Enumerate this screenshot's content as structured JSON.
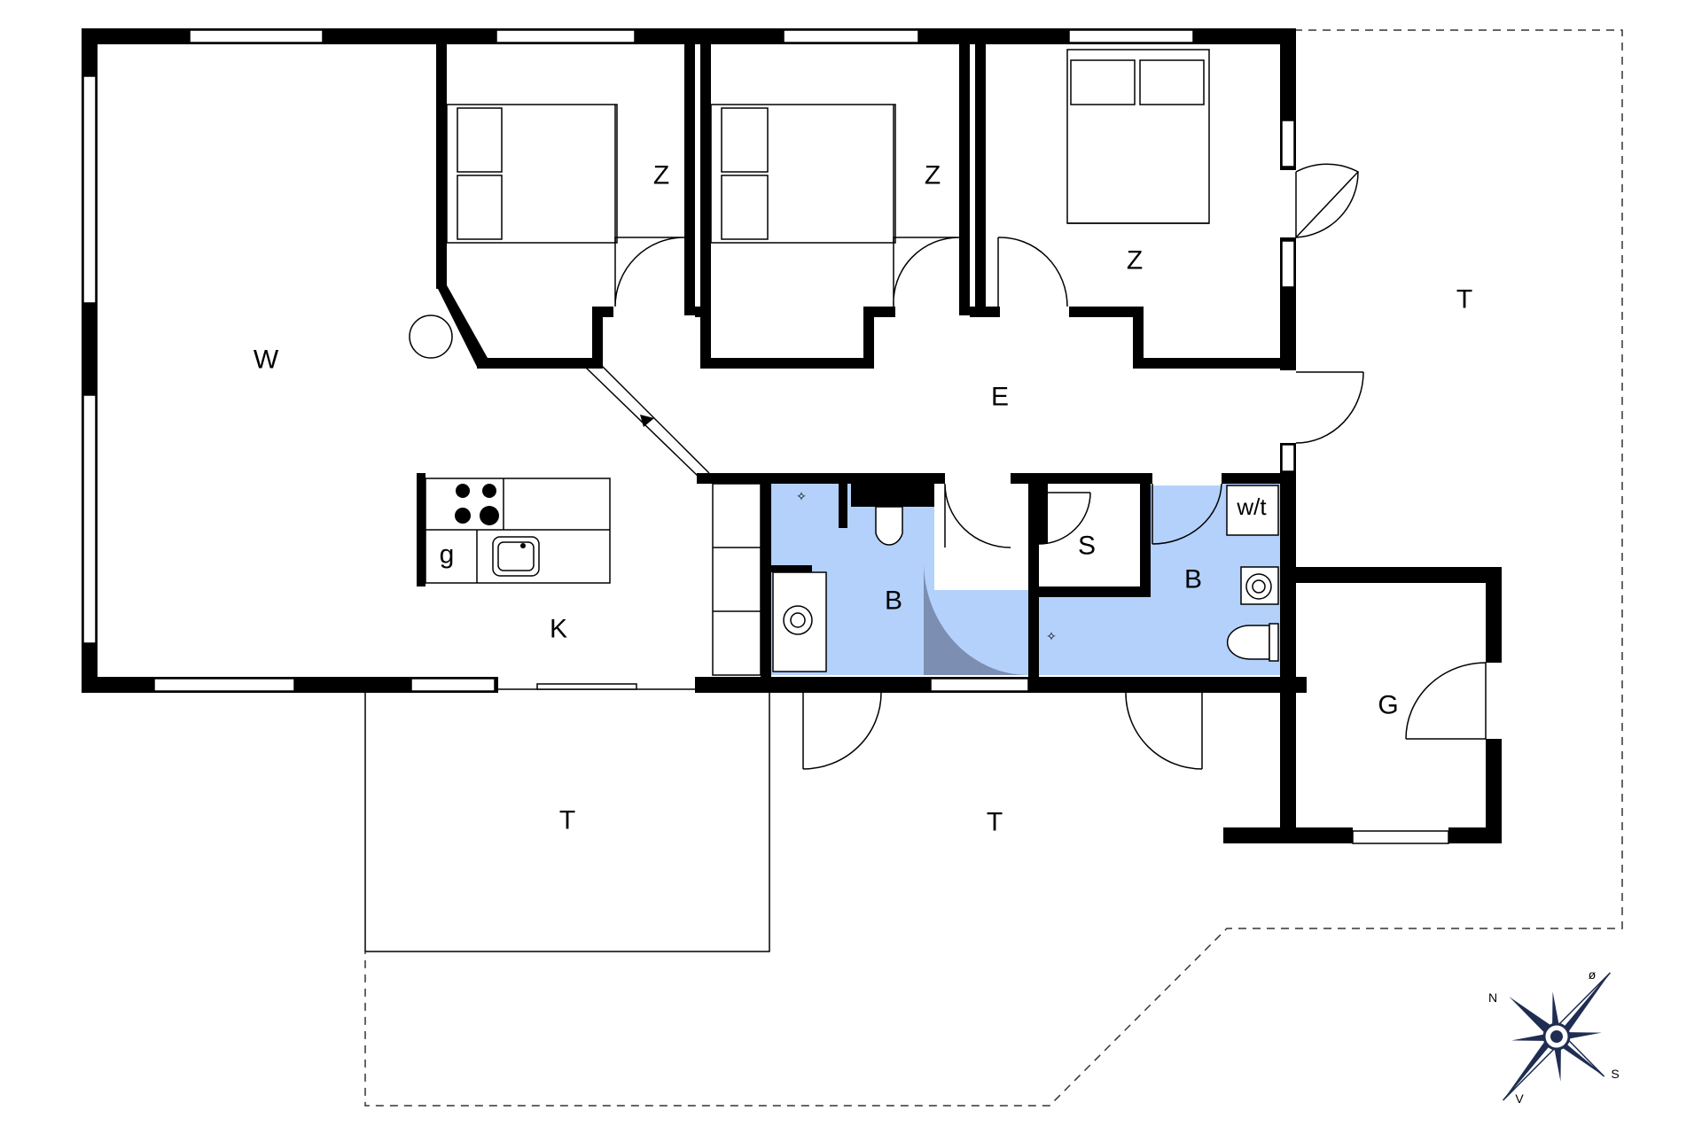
{
  "colors": {
    "bathroom_fill": "#b3d1fb",
    "shower_fill": "#7c8eb1",
    "wall": "#000000",
    "compass": "#1f2d52"
  },
  "rooms": {
    "living": "W",
    "bedroom_1": "Z",
    "bedroom_2": "Z",
    "bedroom_3": "Z",
    "hall": "E",
    "kitchen": "K",
    "kitchen_g": "g",
    "bath_1": "B",
    "bath_2": "B",
    "storage": "S",
    "washer": "w/t",
    "annex": "G",
    "terrace_east": "T",
    "terrace_south": "T",
    "terrace_front": "T"
  },
  "compass": {
    "north": "N",
    "east": "ø",
    "south": "S",
    "west": "V",
    "icon": "compass-rose-icon"
  }
}
